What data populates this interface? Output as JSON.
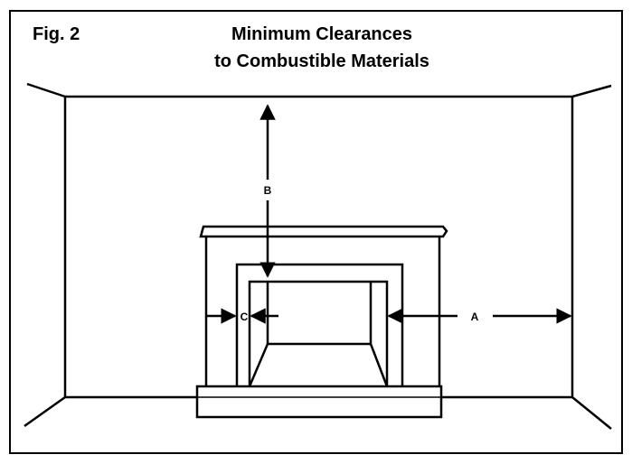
{
  "figure": {
    "fig_label": "Fig. 2",
    "title_line1": "Minimum Clearances",
    "title_line2": "to Combustible Materials",
    "dimension_labels": {
      "a": "A",
      "b": "B",
      "c": "C"
    }
  },
  "colors": {
    "line": "#000000",
    "background": "#ffffff"
  }
}
